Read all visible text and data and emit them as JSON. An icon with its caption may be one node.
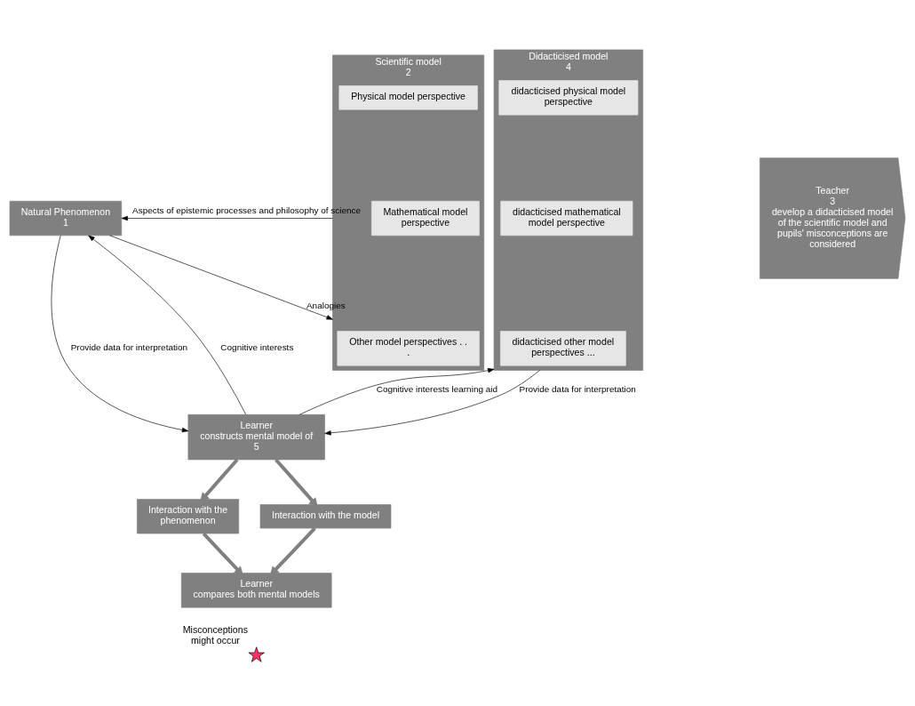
{
  "diagram": {
    "nodes": [
      {
        "text": [
          "Natural Phenomenon",
          "1"
        ]
      },
      {
        "text": [
          "Scientific model",
          "2"
        ]
      },
      {
        "text": [
          "Physical model perspective"
        ],
        "in": 1
      },
      {
        "text": [
          "Mathematical model perspective"
        ],
        "in": 1
      },
      {
        "text": [
          "Other model perspectives . . ."
        ],
        "in": 1
      },
      {
        "text": [
          "Teacher",
          "3",
          "develop a didacticised model of the scientific model and pupils' misconceptions are considered"
        ]
      },
      {
        "text": [
          "Didacticised model",
          "4"
        ]
      },
      {
        "text": [
          "didacticised physical model perspective"
        ],
        "in": 6
      },
      {
        "text": [
          "didacticised mathematical model perspective"
        ],
        "in": 6
      },
      {
        "text": [
          "didacticised other model perspectives ..."
        ],
        "in": 6
      },
      {
        "text": [
          "Learner",
          "constructs mental model of",
          "5"
        ]
      },
      {
        "text": [
          "Interaction with the phenomenon"
        ]
      },
      {
        "text": [
          "Interaction with the model"
        ]
      },
      {
        "text": [
          "Learner",
          "compares both mental models"
        ]
      }
    ],
    "edges": [
      {
        "from": 1,
        "to": 0,
        "arrow": "to",
        "label": "Aspects of epistemic processes and philosophy of science"
      },
      {
        "from": 0,
        "to": 1,
        "arrow": "to",
        "label": "Analogies"
      },
      {
        "from": 10,
        "to": 0,
        "arrow": "to",
        "label": "Cognitive interests"
      },
      {
        "from": 0,
        "to": 10,
        "arrow": "to",
        "label": "Provide data for interpretation"
      },
      {
        "from": 10,
        "to": 6,
        "arrow": "to",
        "label": "Cognitive interests learning aid"
      },
      {
        "from": 6,
        "to": 10,
        "arrow": "to",
        "label": "Provide data for interpretation"
      },
      {
        "from": 10,
        "to": 11,
        "arrow": "to",
        "style": "thick",
        "color": "#808080"
      },
      {
        "from": 10,
        "to": 12,
        "arrow": "to",
        "style": "thick",
        "color": "#808080"
      },
      {
        "from": 11,
        "to": 13,
        "arrow": "to",
        "style": "thick",
        "color": "#808080"
      },
      {
        "from": 12,
        "to": 13,
        "arrow": "to",
        "style": "thick",
        "color": "#808080"
      }
    ],
    "legend": [
      {
        "text": "Misconceptions might occur"
      }
    ]
  }
}
